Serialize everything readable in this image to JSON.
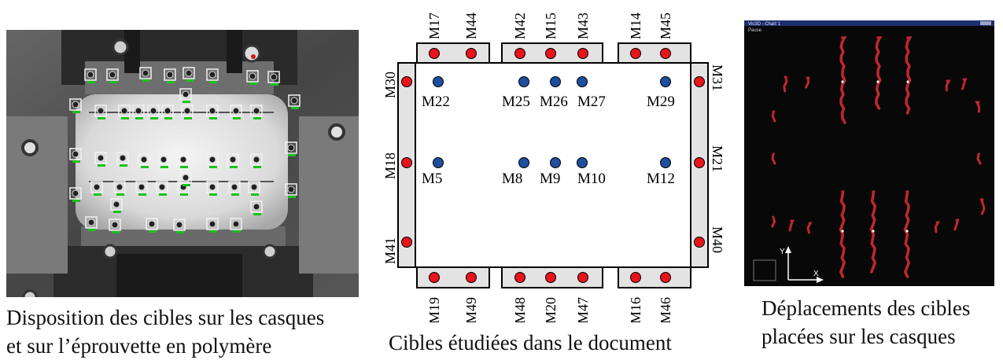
{
  "left": {
    "caption_line1": "Disposition des cibles sur les casques",
    "caption_line2": "et sur l’éprouvette en polymère"
  },
  "center": {
    "caption": "Cibles étudiées dans le document",
    "top_labels": [
      "M17",
      "M44",
      "M42",
      "M15",
      "M43",
      "M14",
      "M45"
    ],
    "bottom_labels": [
      "M19",
      "M49",
      "M48",
      "M20",
      "M47",
      "M16",
      "M46"
    ],
    "left_labels": [
      "M30",
      "M18",
      "M41"
    ],
    "right_labels": [
      "M31",
      "M21",
      "M40"
    ],
    "inner_row1": [
      "M22",
      "M25",
      "M26",
      "M27",
      "M29"
    ],
    "inner_row2": [
      "M5",
      "M8",
      "M9",
      "M10",
      "M12"
    ],
    "colors": {
      "outer_target": "#e8141b",
      "inner_target": "#1f4e9c",
      "side_plate": "#e3e3e3"
    }
  },
  "right": {
    "caption_line1": "Déplacements des cibles",
    "caption_line2": "placées sur les casques",
    "window_title": "Vic3D - Chart 1",
    "window_sub": "Pause",
    "axis_y": "Y",
    "axis_x": "X",
    "colors": {
      "background": "#080808",
      "trace": "#c0272d"
    }
  }
}
